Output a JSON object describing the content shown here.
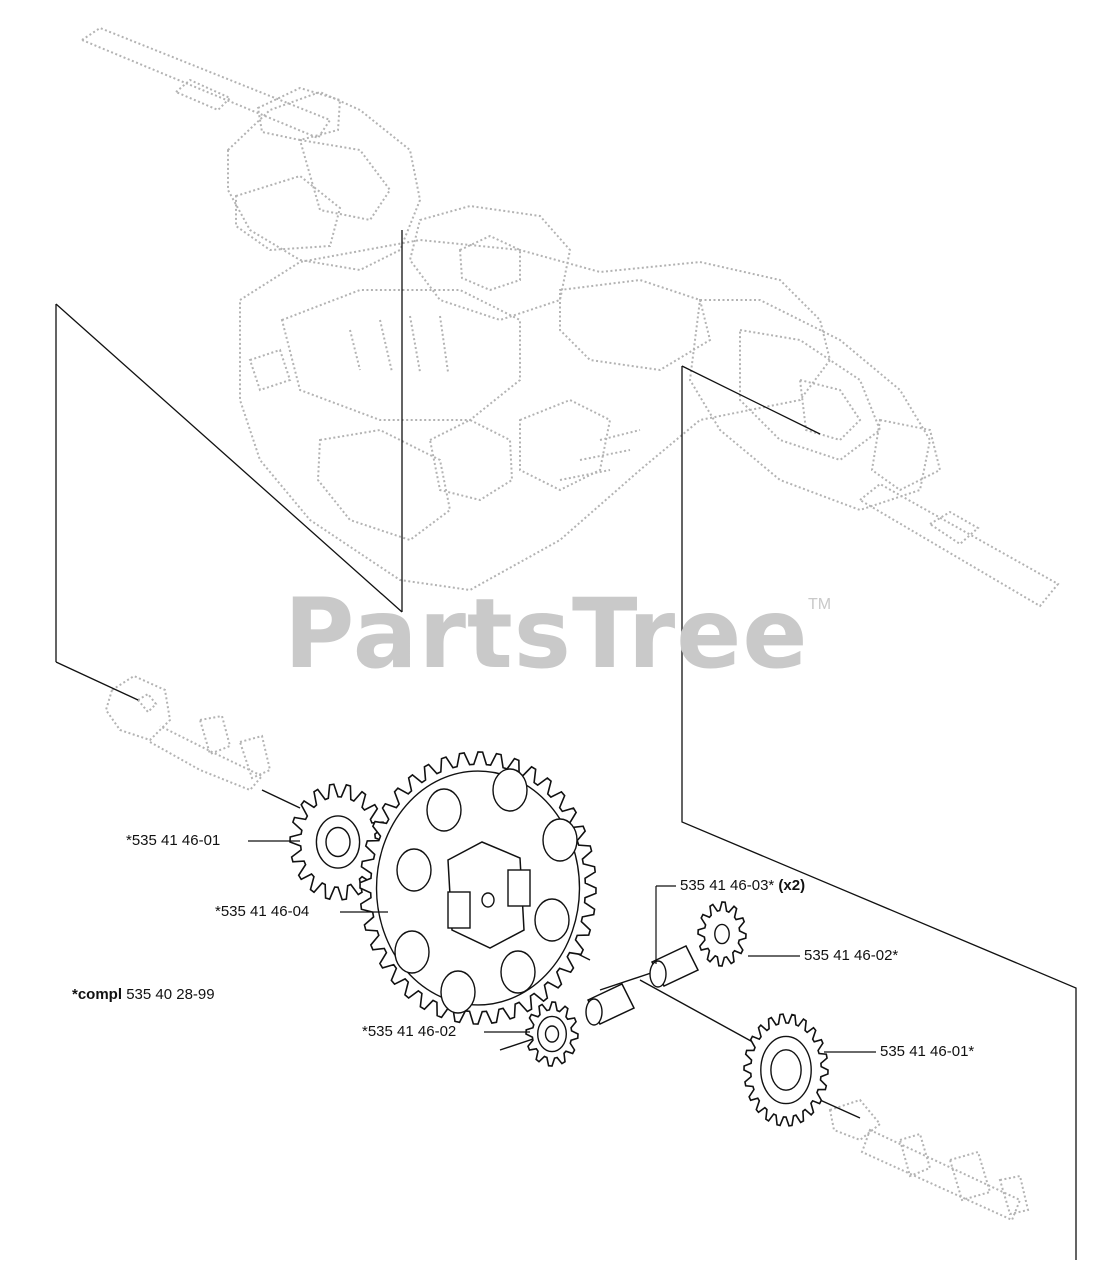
{
  "watermark": {
    "text": "PartsTree",
    "mark": "TM"
  },
  "labels": {
    "ring_gear_left": "*535 41 46-01",
    "main_gear": "*535 41 46-04",
    "pin_top": "535 41 46-03*",
    "pin_top_qty": "(x2)",
    "pinion_right": "535 41 46-02*",
    "compl_prefix": "*compl",
    "compl_number": "535 40 28-99",
    "pinion_left": "*535 41 46-02",
    "ring_gear_right": "535 41 46-01*"
  },
  "colors": {
    "line": "#111111",
    "ghost": "#b3b3b3",
    "watermark": "#c9c9c9"
  }
}
